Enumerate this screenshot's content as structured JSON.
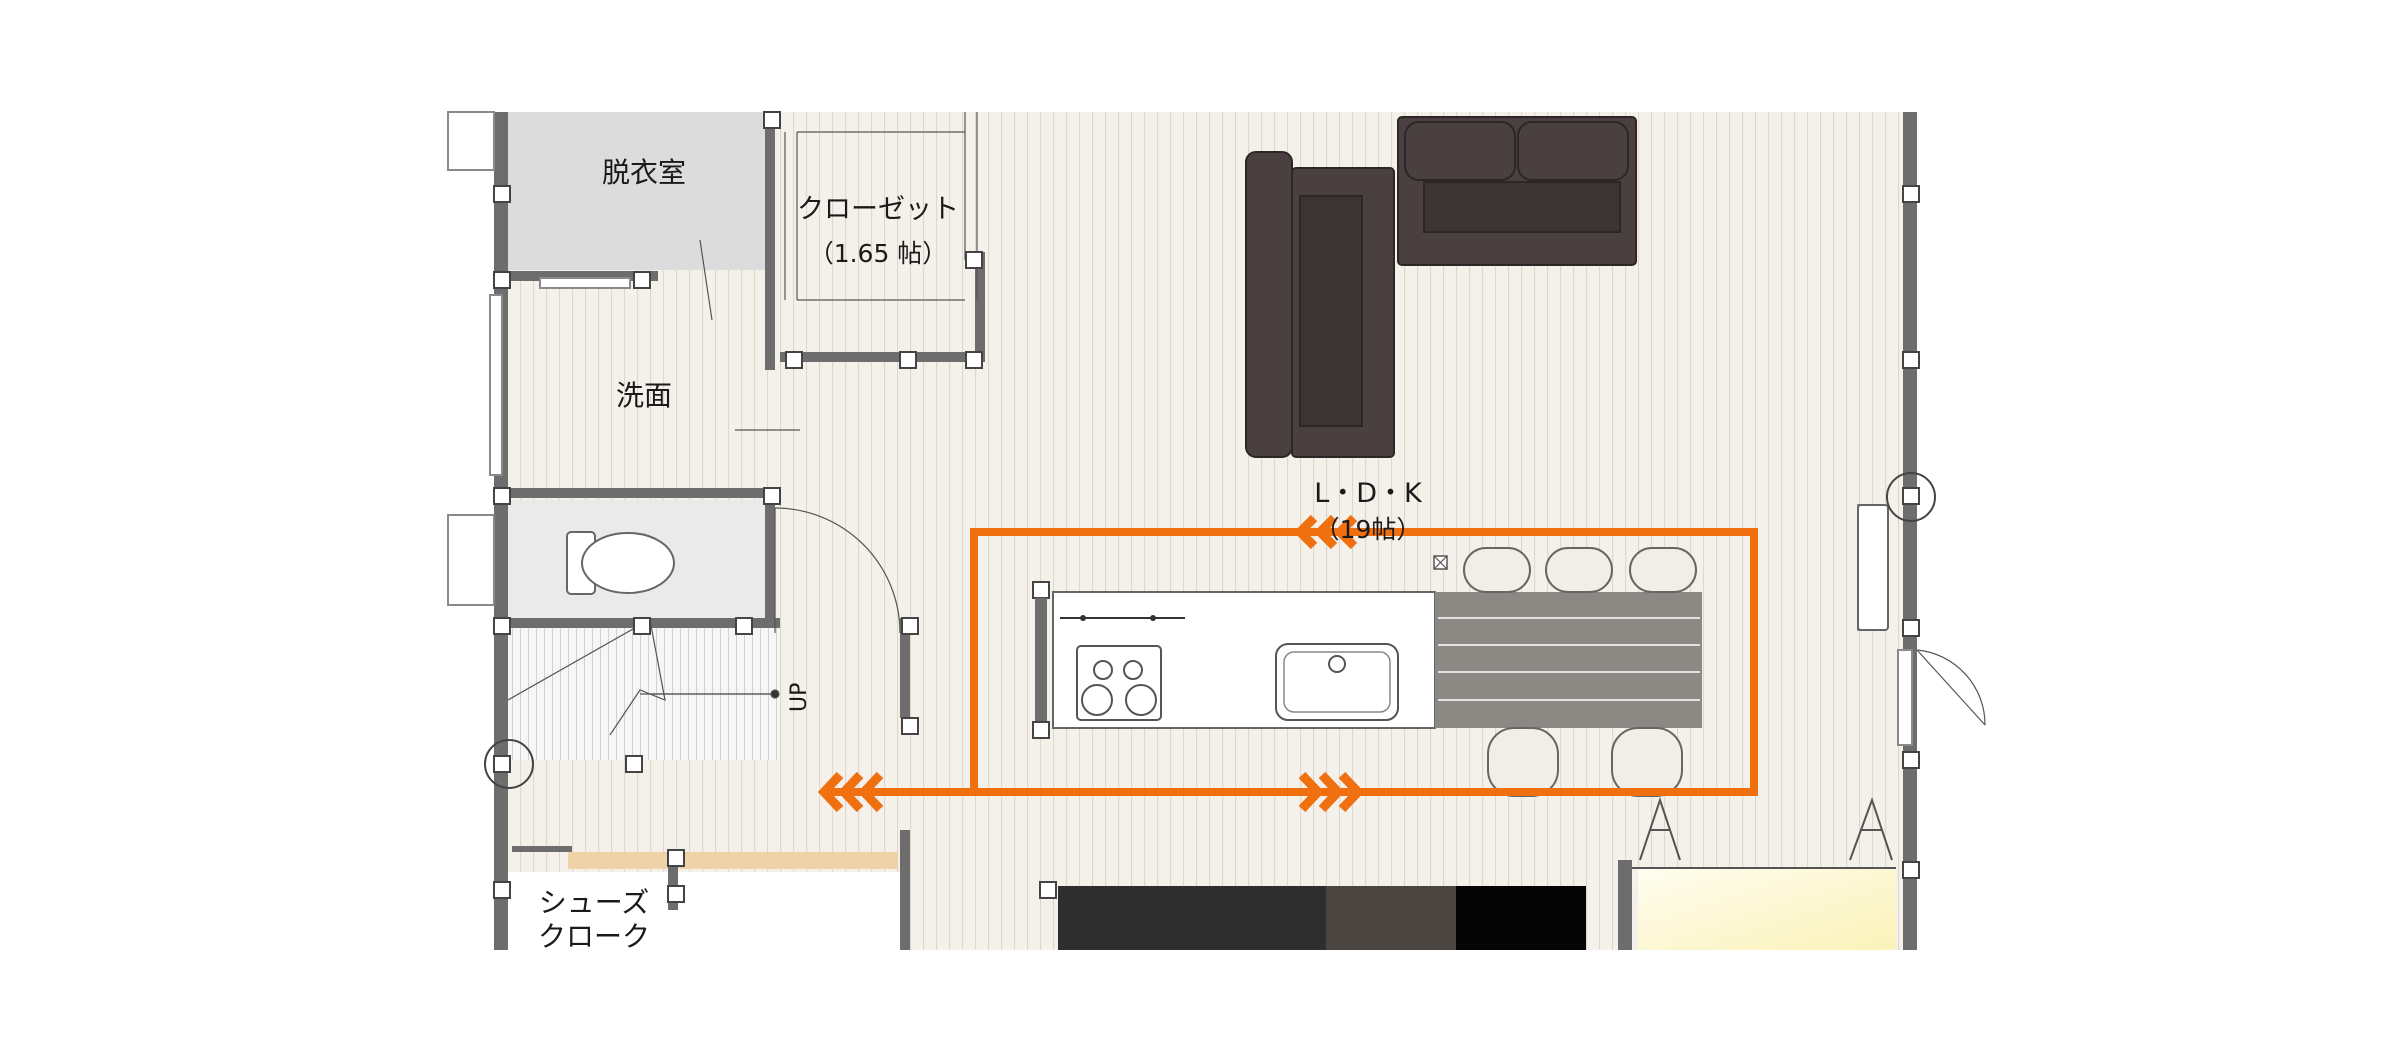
{
  "rooms": {
    "dressing": "脱衣室",
    "closet": "クローゼット",
    "closet_size": "（1.65 帖）",
    "washroom": "洗面",
    "ldk": "L・D・K",
    "ldk_size": "（19帖）",
    "shoe_closet_line1": "シューズ",
    "shoe_closet_line2": "クローク"
  },
  "stairs": {
    "direction": "UP"
  },
  "colors": {
    "wall": "#6d6d6d",
    "floor": "#f4f1ea",
    "floor_line": "#ddd7cc",
    "wet_floor": "#dcdcdc",
    "accent": "#f07010",
    "sofa": "#4a4041",
    "dark_cabinet": "#2e2e2e",
    "table": "#8c8884",
    "wood": "#efd2a8"
  },
  "icons": [
    "chevron-left-icon",
    "chevron-right-icon",
    "column-marker-icon"
  ]
}
